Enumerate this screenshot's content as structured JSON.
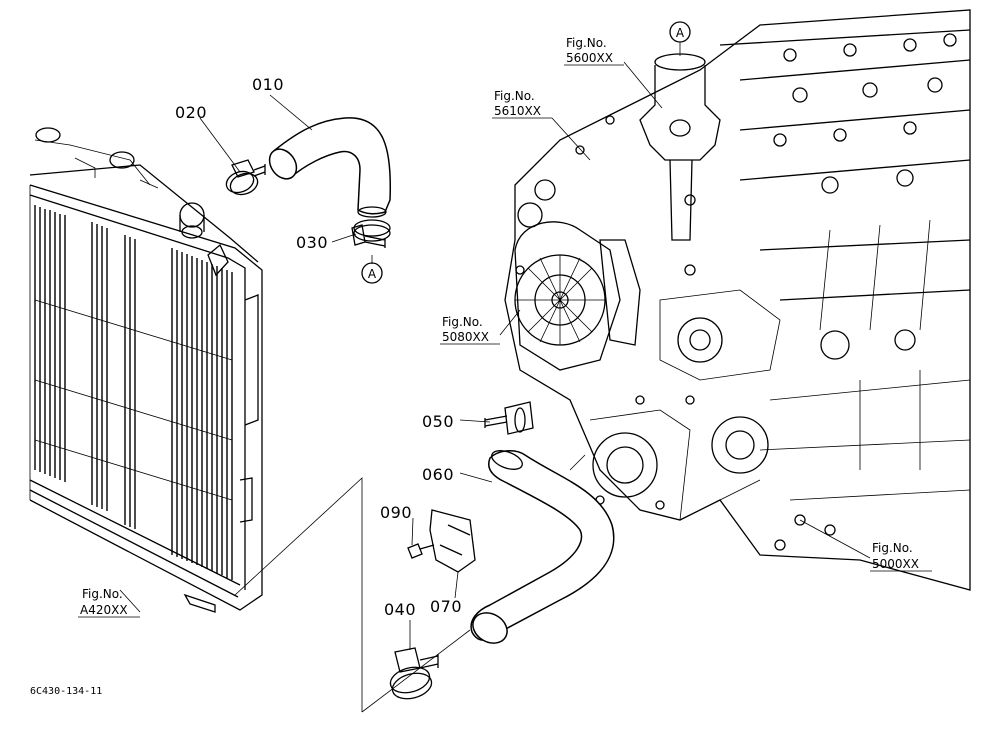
{
  "diagram": {
    "parts": [
      {
        "id": "p010",
        "label": "010"
      },
      {
        "id": "p020",
        "label": "020"
      },
      {
        "id": "p030",
        "label": "030"
      },
      {
        "id": "p040",
        "label": "040"
      },
      {
        "id": "p050",
        "label": "050"
      },
      {
        "id": "p060",
        "label": "060"
      },
      {
        "id": "p070",
        "label": "070"
      },
      {
        "id": "p090",
        "label": "090"
      }
    ],
    "fig_refs": [
      {
        "id": "f5600",
        "line1": "Fig.No.",
        "line2": "5600XX"
      },
      {
        "id": "f5610",
        "line1": "Fig.No.",
        "line2": "5610XX"
      },
      {
        "id": "f5080",
        "line1": "Fig.No.",
        "line2": "5080XX"
      },
      {
        "id": "f5000",
        "line1": "Fig.No.",
        "line2": "5000XX"
      },
      {
        "id": "fA420",
        "line1": "Fig.No.",
        "line2": "A420XX"
      }
    ],
    "connector": "A",
    "footer_code": "6C430-134-11"
  },
  "colors": {
    "ink": "#000000",
    "paper": "#ffffff"
  }
}
